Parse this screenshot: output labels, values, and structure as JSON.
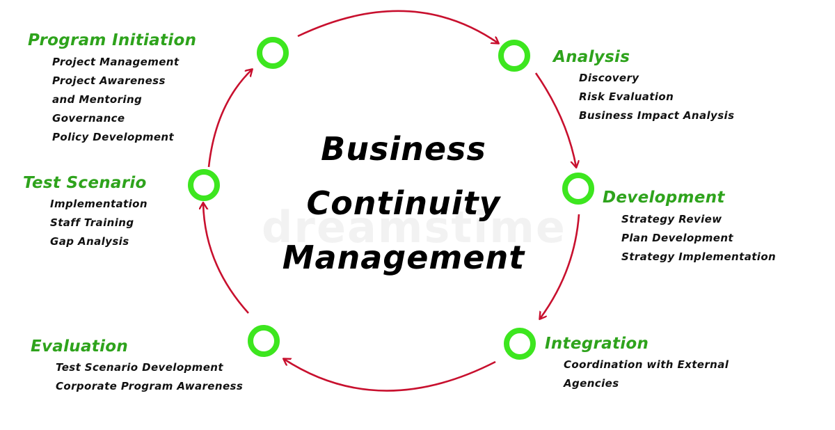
{
  "center": {
    "line1": "Business",
    "line2": "Continuity",
    "line3": "Management"
  },
  "watermark": "dreamstime",
  "colors": {
    "stage_title": "#2ea31c",
    "node_ring": "#3de61f",
    "arrow": "#c8102e",
    "text": "#111111"
  },
  "stages": [
    {
      "title": "Program Initiation",
      "items": [
        "Project Management",
        "Project Awareness",
        "and Mentoring",
        "Governance",
        "Policy Development"
      ]
    },
    {
      "title": "Analysis",
      "items": [
        "Discovery",
        "Risk Evaluation",
        "Business Impact Analysis"
      ]
    },
    {
      "title": "Development",
      "items": [
        "Strategy Review",
        "Plan Development",
        "Strategy Implementation"
      ]
    },
    {
      "title": "Integration",
      "items": [
        "Coordination with External",
        "Agencies"
      ]
    },
    {
      "title": "Evaluation",
      "items": [
        "Test Scenario Development",
        "Corporate Program Awareness"
      ]
    },
    {
      "title": "Test Scenario",
      "items": [
        "Implementation",
        "Staff Training",
        "Gap Analysis"
      ]
    }
  ]
}
